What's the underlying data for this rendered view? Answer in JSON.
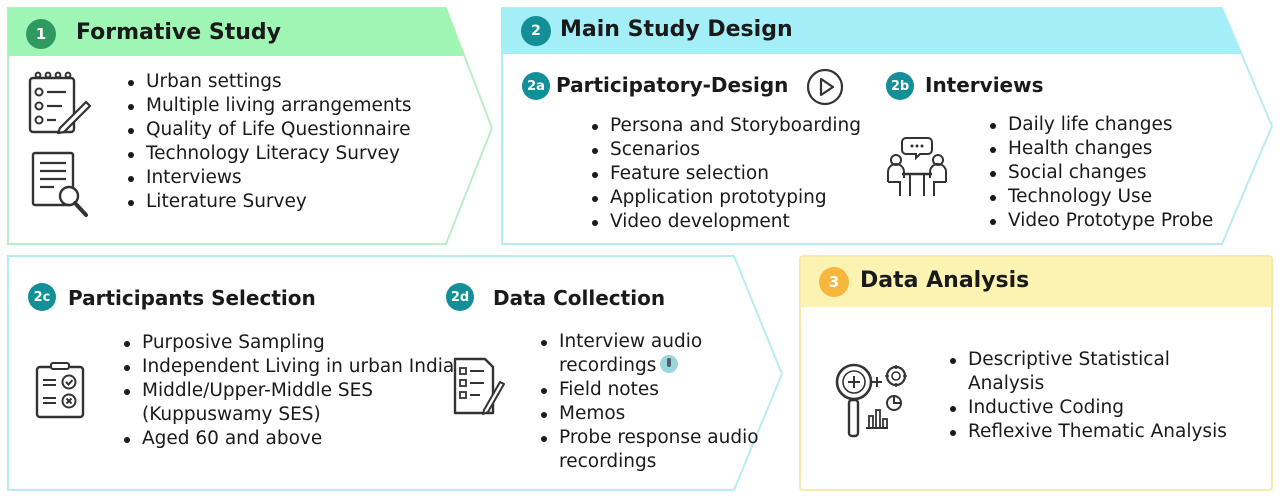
{
  "formative": {
    "number": "1",
    "title": "Formative Study",
    "items": [
      "Urban settings",
      "Multiple living arrangements",
      "Quality of Life Questionnaire",
      "Technology Literacy Survey",
      "Interviews",
      "Literature Survey"
    ]
  },
  "main": {
    "number": "2",
    "title": "Main Study Design",
    "participatory": {
      "number": "2a",
      "title": "Participatory-Design",
      "items": [
        "Persona and Storyboarding",
        "Scenarios",
        "Feature selection",
        "Application prototyping",
        "Video development"
      ]
    },
    "interviews": {
      "number": "2b",
      "title": "Interviews",
      "items": [
        "Daily life changes",
        "Health changes",
        "Social changes",
        "Technology Use",
        "Video Prototype Probe"
      ]
    }
  },
  "participants": {
    "number": "2c",
    "title": "Participants Selection",
    "items": [
      "Purposive Sampling",
      "Independent Living in urban India",
      "Middle/Upper-Middle SES",
      "(Kuppuswamy SES)",
      "Aged 60 and above"
    ]
  },
  "collection": {
    "number": "2d",
    "title": "Data Collection",
    "items": [
      "Interview audio",
      "recordings",
      "Field notes",
      "Memos",
      "Probe response audio",
      "recordings"
    ]
  },
  "analysis": {
    "number": "3",
    "title": "Data Analysis",
    "items": [
      "Descriptive Statistical",
      "Analysis",
      "Inductive Coding",
      "Reflexive Thematic Analysis"
    ]
  },
  "colors": {
    "green_fill": "#9ef5b4",
    "green_border": "#b9efc6",
    "cyan_fill": "#a4eef7",
    "cyan_border": "#b6ecf2",
    "yellow_fill": "#fcf3b2",
    "yellow_border": "#f6ebaa",
    "badge_green": "#2f9a5f",
    "badge_teal": "#138f97",
    "badge_yellow": "#f6b73c"
  }
}
